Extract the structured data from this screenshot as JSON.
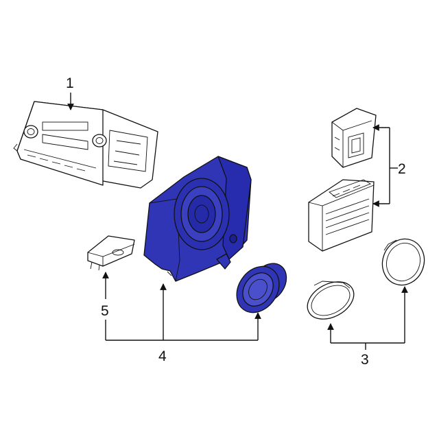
{
  "callouts": [
    {
      "id": "1",
      "label": "1"
    },
    {
      "id": "2",
      "label": "2"
    },
    {
      "id": "3",
      "label": "3"
    },
    {
      "id": "4",
      "label": "4"
    },
    {
      "id": "5",
      "label": "5"
    }
  ],
  "colors": {
    "highlight": "#2f35b5",
    "highlight_dark": "#1c2190",
    "line": "#111111",
    "background": "#ffffff"
  }
}
